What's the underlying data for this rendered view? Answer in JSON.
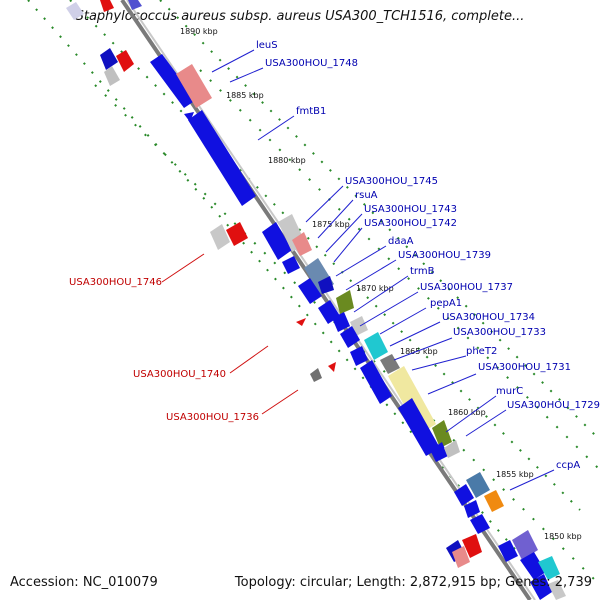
{
  "title": "Staphylococcus aureus subsp. aureus USA300_TCH1516, complete...",
  "footer": {
    "accession": "Accession: NC_010079",
    "topology": "Topology: circular; Length: 2,872,915 bp; Genes: 2,739"
  },
  "kbp_ticks": [
    "1890 kbp",
    "1885 kbp",
    "1880 kbp",
    "1875 kbp",
    "1870 kbp",
    "1865 kbp",
    "1860 kbp",
    "1855 kbp",
    "1850 kbp"
  ],
  "gene_labels_forward": [
    "leuS",
    "USA300HOU_1748",
    "fmtB1",
    "USA300HOU_1745",
    "rsuA",
    "USA300HOU_1743",
    "USA300HOU_1742",
    "daaA",
    "USA300HOU_1739",
    "trmB",
    "USA300HOU_1737",
    "pepA1",
    "USA300HOU_1734",
    "USA300HOU_1733",
    "pheT2",
    "USA300HOU_1731",
    "murC",
    "USA300HOU_1729",
    "ccpA"
  ],
  "gene_labels_reverse": [
    "USA300HOU_1746",
    "USA300HOU_1740",
    "USA300HOU_1736"
  ],
  "colors": {
    "backbone": "#888888",
    "tick_ring": "#2a8a2a",
    "forward_gene": "#1010e0",
    "reverse_gene": "#e01010",
    "label_forward": "#0000b0",
    "label_reverse": "#c00000"
  }
}
